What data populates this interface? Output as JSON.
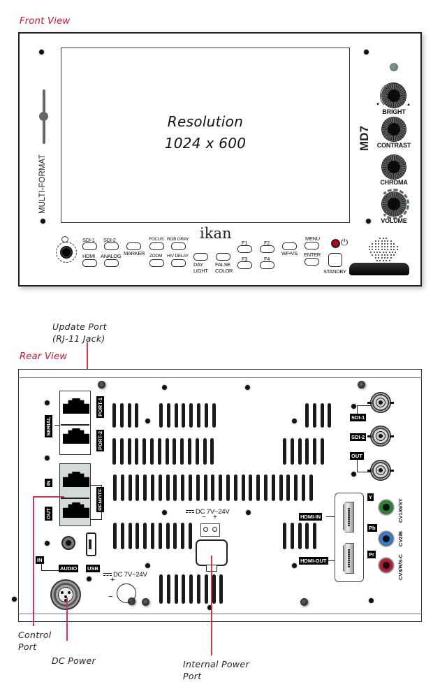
{
  "front_view": {
    "section_title": "Front View",
    "screen": {
      "line1": "Resolution",
      "line2": "1024 x 600"
    },
    "side_label": "MULTI-FORMAT",
    "model": "MD7",
    "brand_logo": "ikan",
    "knobs": [
      {
        "label": "BRIGHT",
        "icon": "knob-icon"
      },
      {
        "label": "CONTRAST",
        "icon": "knob-icon"
      },
      {
        "label": "CHROMA",
        "icon": "knob-icon"
      },
      {
        "label": "VOLUME",
        "icon": "knob-icon"
      }
    ],
    "buttons": {
      "sdi1": "SDI-1",
      "sdi2": "SDI-2",
      "hdmi": "HDMI",
      "analog": "ANALOG",
      "marker": "MARKER",
      "focus": "FOCUS",
      "rgb_gray": "RGB GRAY",
      "zoom": "ZOOM",
      "hv_delay": "H/V DELAY",
      "day_light_1": "DAY",
      "day_light_2": "LIGHT",
      "false_color_1": "FALSE",
      "false_color_2": "COLOR",
      "f1": "F1",
      "f2": "F2",
      "f3": "F3",
      "f4": "F4",
      "wf_vs": "WF•VS",
      "menu": "MENU",
      "enter": "ENTER",
      "standby": "STANDBY"
    },
    "power_icon": "⏻"
  },
  "rear_view": {
    "section_title": "Rear View",
    "labels": {
      "serial": "SERIAL",
      "port1": "PORT-1",
      "port2": "PORT-2",
      "in": "IN",
      "out": "OUT",
      "remote": "REMOTE",
      "audio_in": "IN",
      "audio": "AUDIO",
      "usb": "USB",
      "dc_xlr": "DC 7V~24V",
      "dc_internal": "DC 7V~24V",
      "plus": "+",
      "minus": "−",
      "sdi1": "SDI-1",
      "sdi2": "SDI-2",
      "sdi_out": "OUT",
      "hdmi_in": "HDMI-IN",
      "hdmi_out": "HDMI-OUT",
      "y": "Y",
      "pb": "Pb",
      "pr": "Pr",
      "cv1": "CV1/G/SY",
      "cv2": "CV2/B",
      "cv3": "CV3/R/S-C"
    },
    "rca_colors": {
      "y": "#1f8a2a",
      "pb": "#2f7fe0",
      "pr": "#c8102e"
    }
  },
  "callouts": {
    "update_port_1": "Update Port",
    "update_port_2": "(RJ-11 Jack)",
    "control_port_1": "Control",
    "control_port_2": "Port",
    "dc_power": "DC Power",
    "internal_power_1": "Internal Power",
    "internal_power_2": "Port"
  },
  "colors": {
    "accent_red": "#c8102e",
    "leader_line": "#c23a52"
  }
}
